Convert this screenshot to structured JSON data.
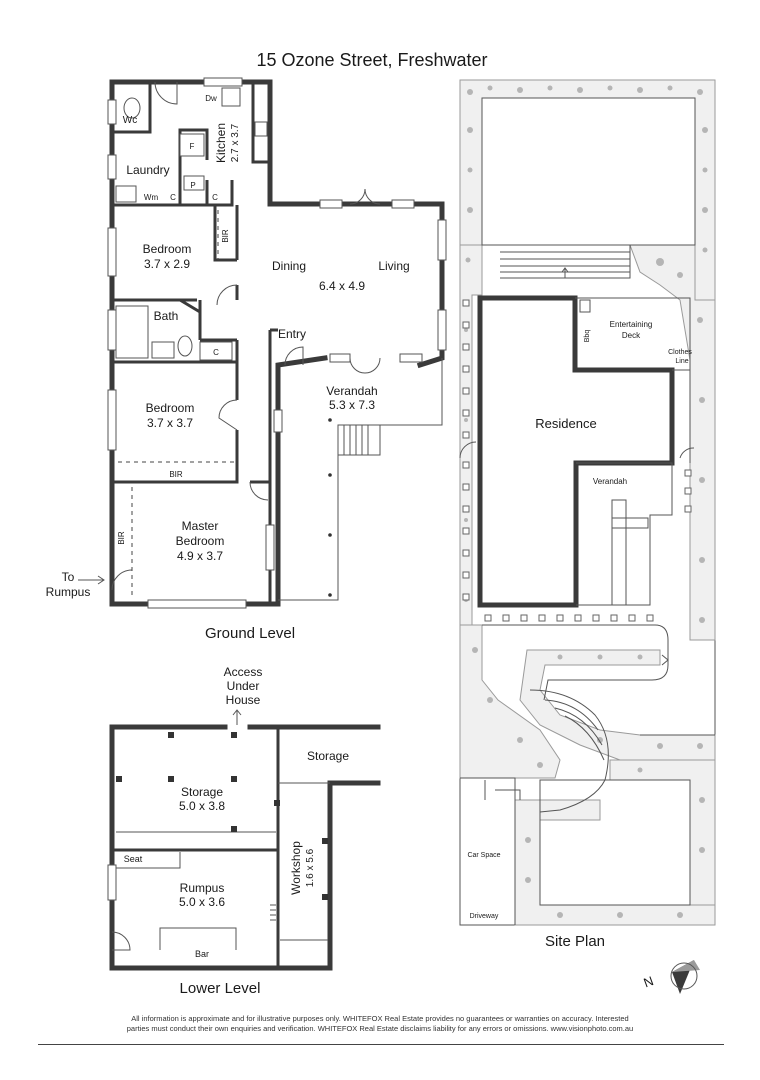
{
  "title": "15 Ozone Street, Freshwater",
  "sections": {
    "ground": "Ground Level",
    "lower": "Lower Level",
    "site": "Site Plan"
  },
  "ground_rooms": {
    "wc": "Wc",
    "laundry": "Laundry",
    "kitchen": "Kitchen",
    "kitchen_dim": "2.7 x 3.7",
    "dw": "Dw",
    "fridge": "F",
    "pantry": "P",
    "cupboard": "C",
    "wm": "Wm",
    "bedroom": "Bedroom",
    "bedroom1_dim": "3.7 x 2.9",
    "bedroom2_dim": "3.7 x 3.7",
    "bir": "BIR",
    "bath": "Bath",
    "dining": "Dining",
    "living": "Living",
    "dining_living_dim": "6.4 x 4.9",
    "entry": "Entry",
    "verandah": "Verandah",
    "verandah_dim": "5.3 x 7.3",
    "master_line1": "Master",
    "master_line2": "Bedroom",
    "master_dim": "4.9 x 3.7",
    "to_rumpus_line1": "To",
    "to_rumpus_line2": "Rumpus"
  },
  "lower_rooms": {
    "access_line1": "Access",
    "access_line2": "Under",
    "access_line3": "House",
    "storage": "Storage",
    "storage_dim": "5.0 x 3.8",
    "seat": "Seat",
    "rumpus": "Rumpus",
    "rumpus_dim": "5.0 x 3.6",
    "workshop": "Workshop",
    "workshop_dim": "1.6 x 5.6",
    "bar": "Bar"
  },
  "site_labels": {
    "residence": "Residence",
    "entertaining_line1": "Entertaining",
    "entertaining_line2": "Deck",
    "bbq": "Bbq",
    "clothes_line1": "Clothes",
    "clothes_line2": "Line",
    "verandah": "Verandah",
    "car_space": "Car Space",
    "driveway": "Driveway",
    "compass": "N"
  },
  "disclaimer": {
    "line1": "All information is approximate and for illustrative purposes only. WHITEFOX Real Estate provides no guarantees or warranties on accuracy. Interested",
    "line2": "parties must conduct their own enquiries and verification. WHITEFOX Real Estate disclaims liability for any errors or omissions. www.visionphoto.com.au"
  }
}
